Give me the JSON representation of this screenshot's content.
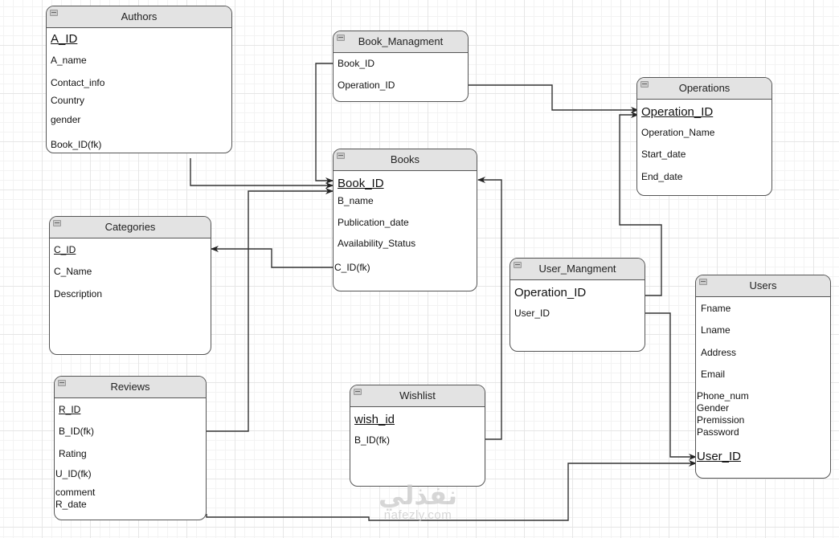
{
  "diagram": {
    "type": "ER diagram",
    "entities": {
      "authors": {
        "title": "Authors",
        "attributes": [
          "A_ID",
          "A_name",
          "Contact_info",
          "Country",
          "gender",
          "Book_ID(fk)"
        ],
        "primary_key": "A_ID"
      },
      "book_managment": {
        "title": "Book_Managment",
        "attributes": [
          "Book_ID",
          "Operation_ID"
        ]
      },
      "operations": {
        "title": "Operations",
        "attributes": [
          "Operation_ID",
          "Operation_Name",
          "Start_date",
          "End_date"
        ],
        "primary_key": "Operation_ID"
      },
      "books": {
        "title": "Books",
        "attributes": [
          "Book_ID",
          "B_name",
          "Publication_date",
          "Availability_Status",
          "C_ID(fk)"
        ],
        "primary_key": "Book_ID"
      },
      "categories": {
        "title": "Categories",
        "attributes": [
          "C_ID",
          "C_Name",
          "Description"
        ],
        "primary_key": "C_ID"
      },
      "user_mangment": {
        "title": "User_Mangment",
        "attributes": [
          "Operation_ID",
          "User_ID"
        ]
      },
      "users": {
        "title": "Users",
        "attributes": [
          "Fname",
          "Lname",
          "Address",
          "Email",
          "Phone_num",
          "Gender",
          "Premission",
          "Password",
          "User_ID"
        ],
        "primary_key": "User_ID"
      },
      "reviews": {
        "title": "Reviews",
        "attributes": [
          "R_ID",
          "B_ID(fk)",
          "Rating",
          "U_ID(fk)",
          "comment",
          "R_date"
        ],
        "primary_key": "R_ID"
      },
      "wishlist": {
        "title": "Wishlist",
        "attributes": [
          "wish_id",
          "B_ID(fk)"
        ],
        "primary_key": "wish_id"
      }
    },
    "relationships": [
      {
        "from": "Authors.Book_ID(fk)",
        "to": "Books.Book_ID"
      },
      {
        "from": "Book_Managment.Book_ID",
        "to": "Books.Book_ID"
      },
      {
        "from": "Reviews.B_ID(fk)",
        "to": "Books.Book_ID"
      },
      {
        "from": "Book_Managment.Operation_ID",
        "to": "Operations.Operation_ID"
      },
      {
        "from": "User_Mangment.Operation_ID",
        "to": "Operations.Operation_ID"
      },
      {
        "from": "Books.C_ID(fk)",
        "to": "Categories.C_ID"
      },
      {
        "from": "Wishlist.B_ID(fk)",
        "to": "Books.Book_ID"
      },
      {
        "from": "User_Mangment.User_ID",
        "to": "Users.User_ID"
      },
      {
        "from": "Reviews.U_ID(fk)",
        "to": "Users.User_ID"
      }
    ],
    "line_color": "#333333",
    "header_color": "#e3e3e3"
  },
  "watermark": {
    "arabic": "نفذلي",
    "site": "nafezly.com"
  }
}
